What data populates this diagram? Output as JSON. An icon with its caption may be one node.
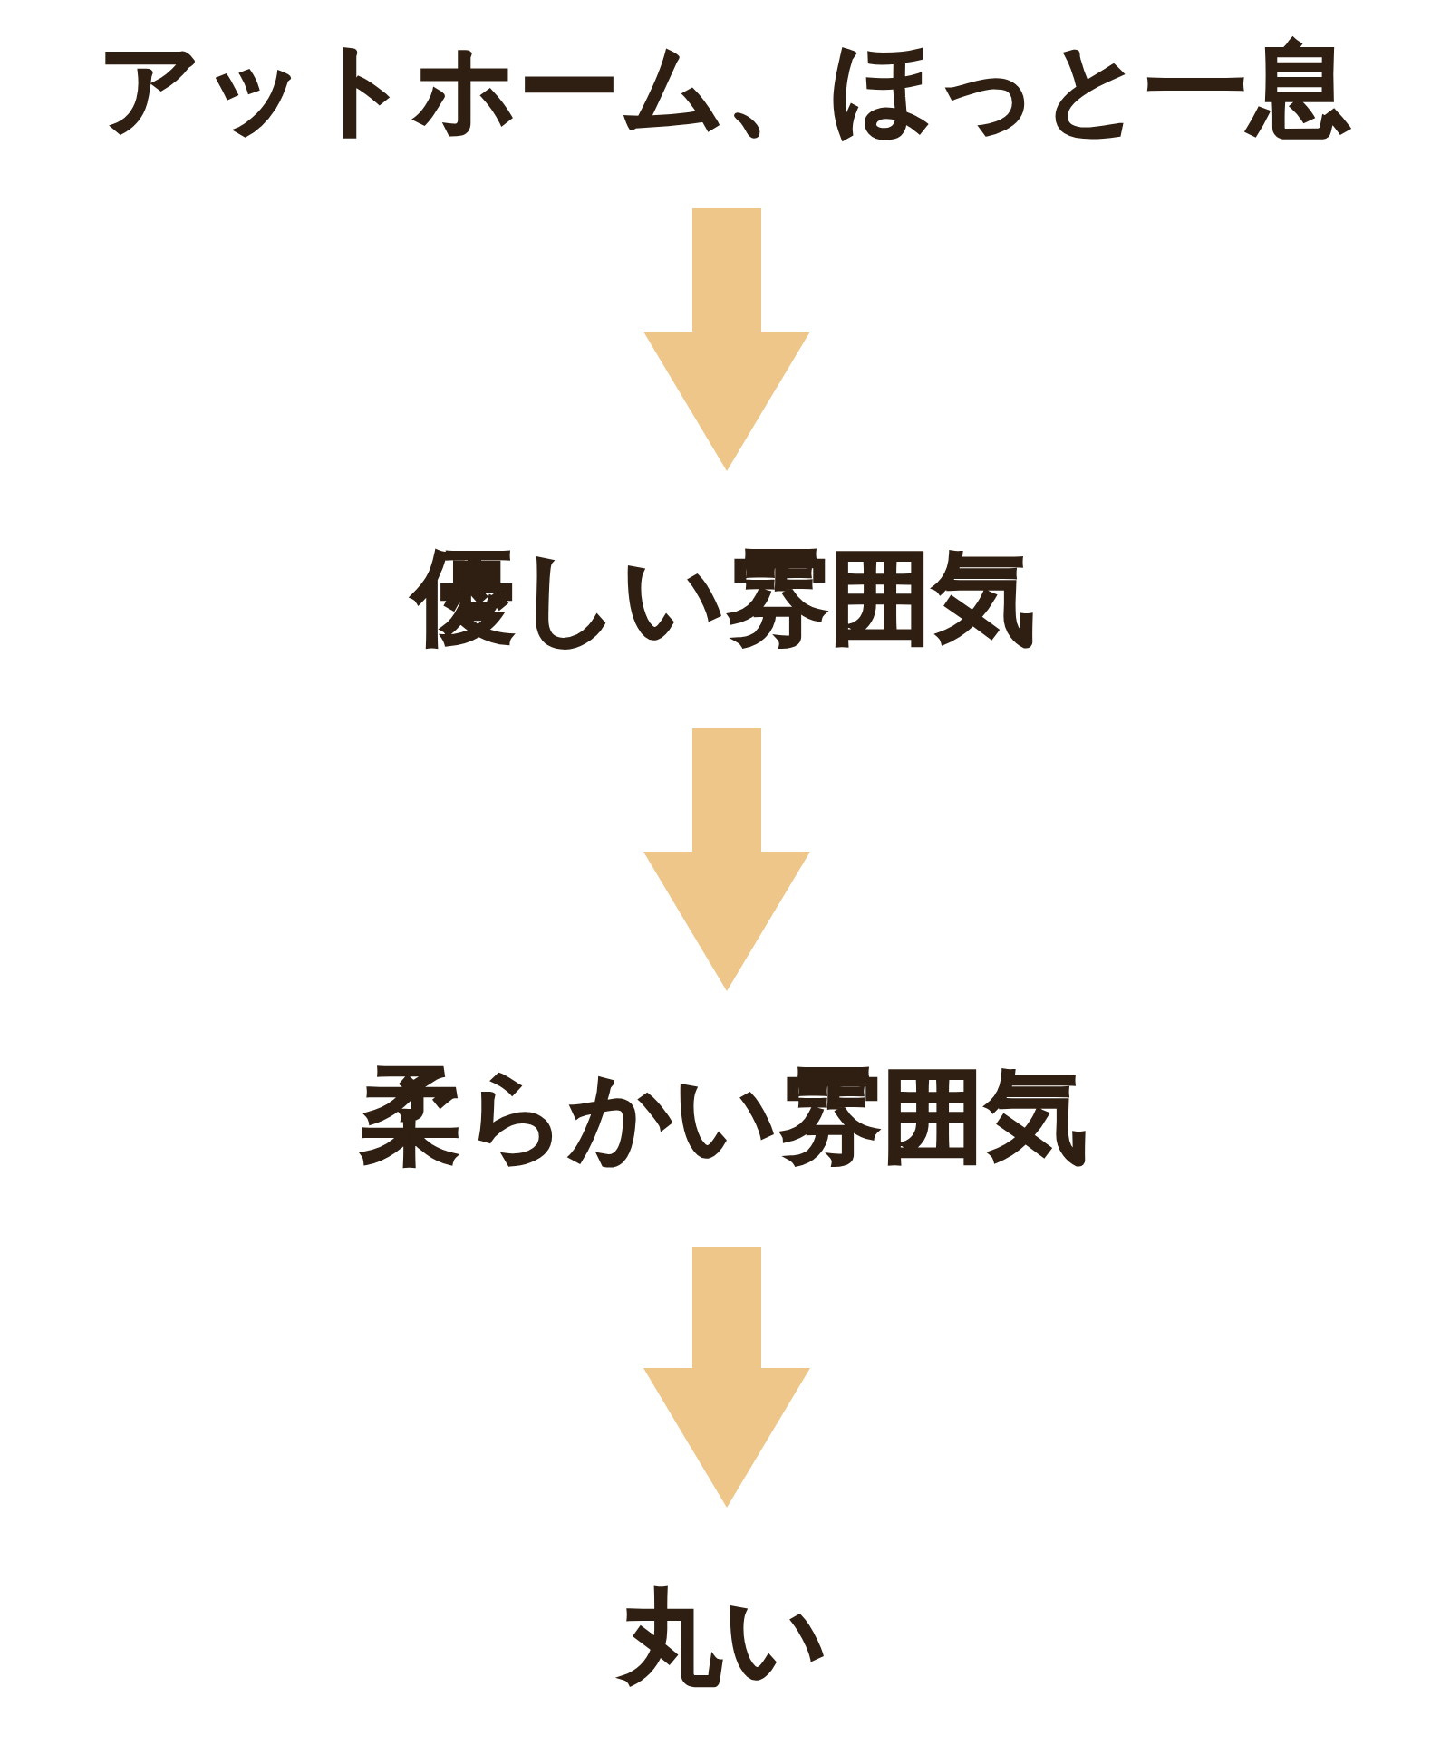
{
  "diagram": {
    "nodes": [
      {
        "text": [
          "アットホーム、ほっと一息"
        ]
      },
      {
        "text": [
          "優しい雰囲気"
        ]
      },
      {
        "text": [
          "柔らかい雰囲気"
        ]
      },
      {
        "text": [
          "丸い"
        ]
      }
    ],
    "edges": [
      {
        "from": 0,
        "to": 1,
        "arrow": "to"
      },
      {
        "from": 1,
        "to": 2,
        "arrow": "to"
      },
      {
        "from": 2,
        "to": 3,
        "arrow": "to"
      }
    ]
  }
}
